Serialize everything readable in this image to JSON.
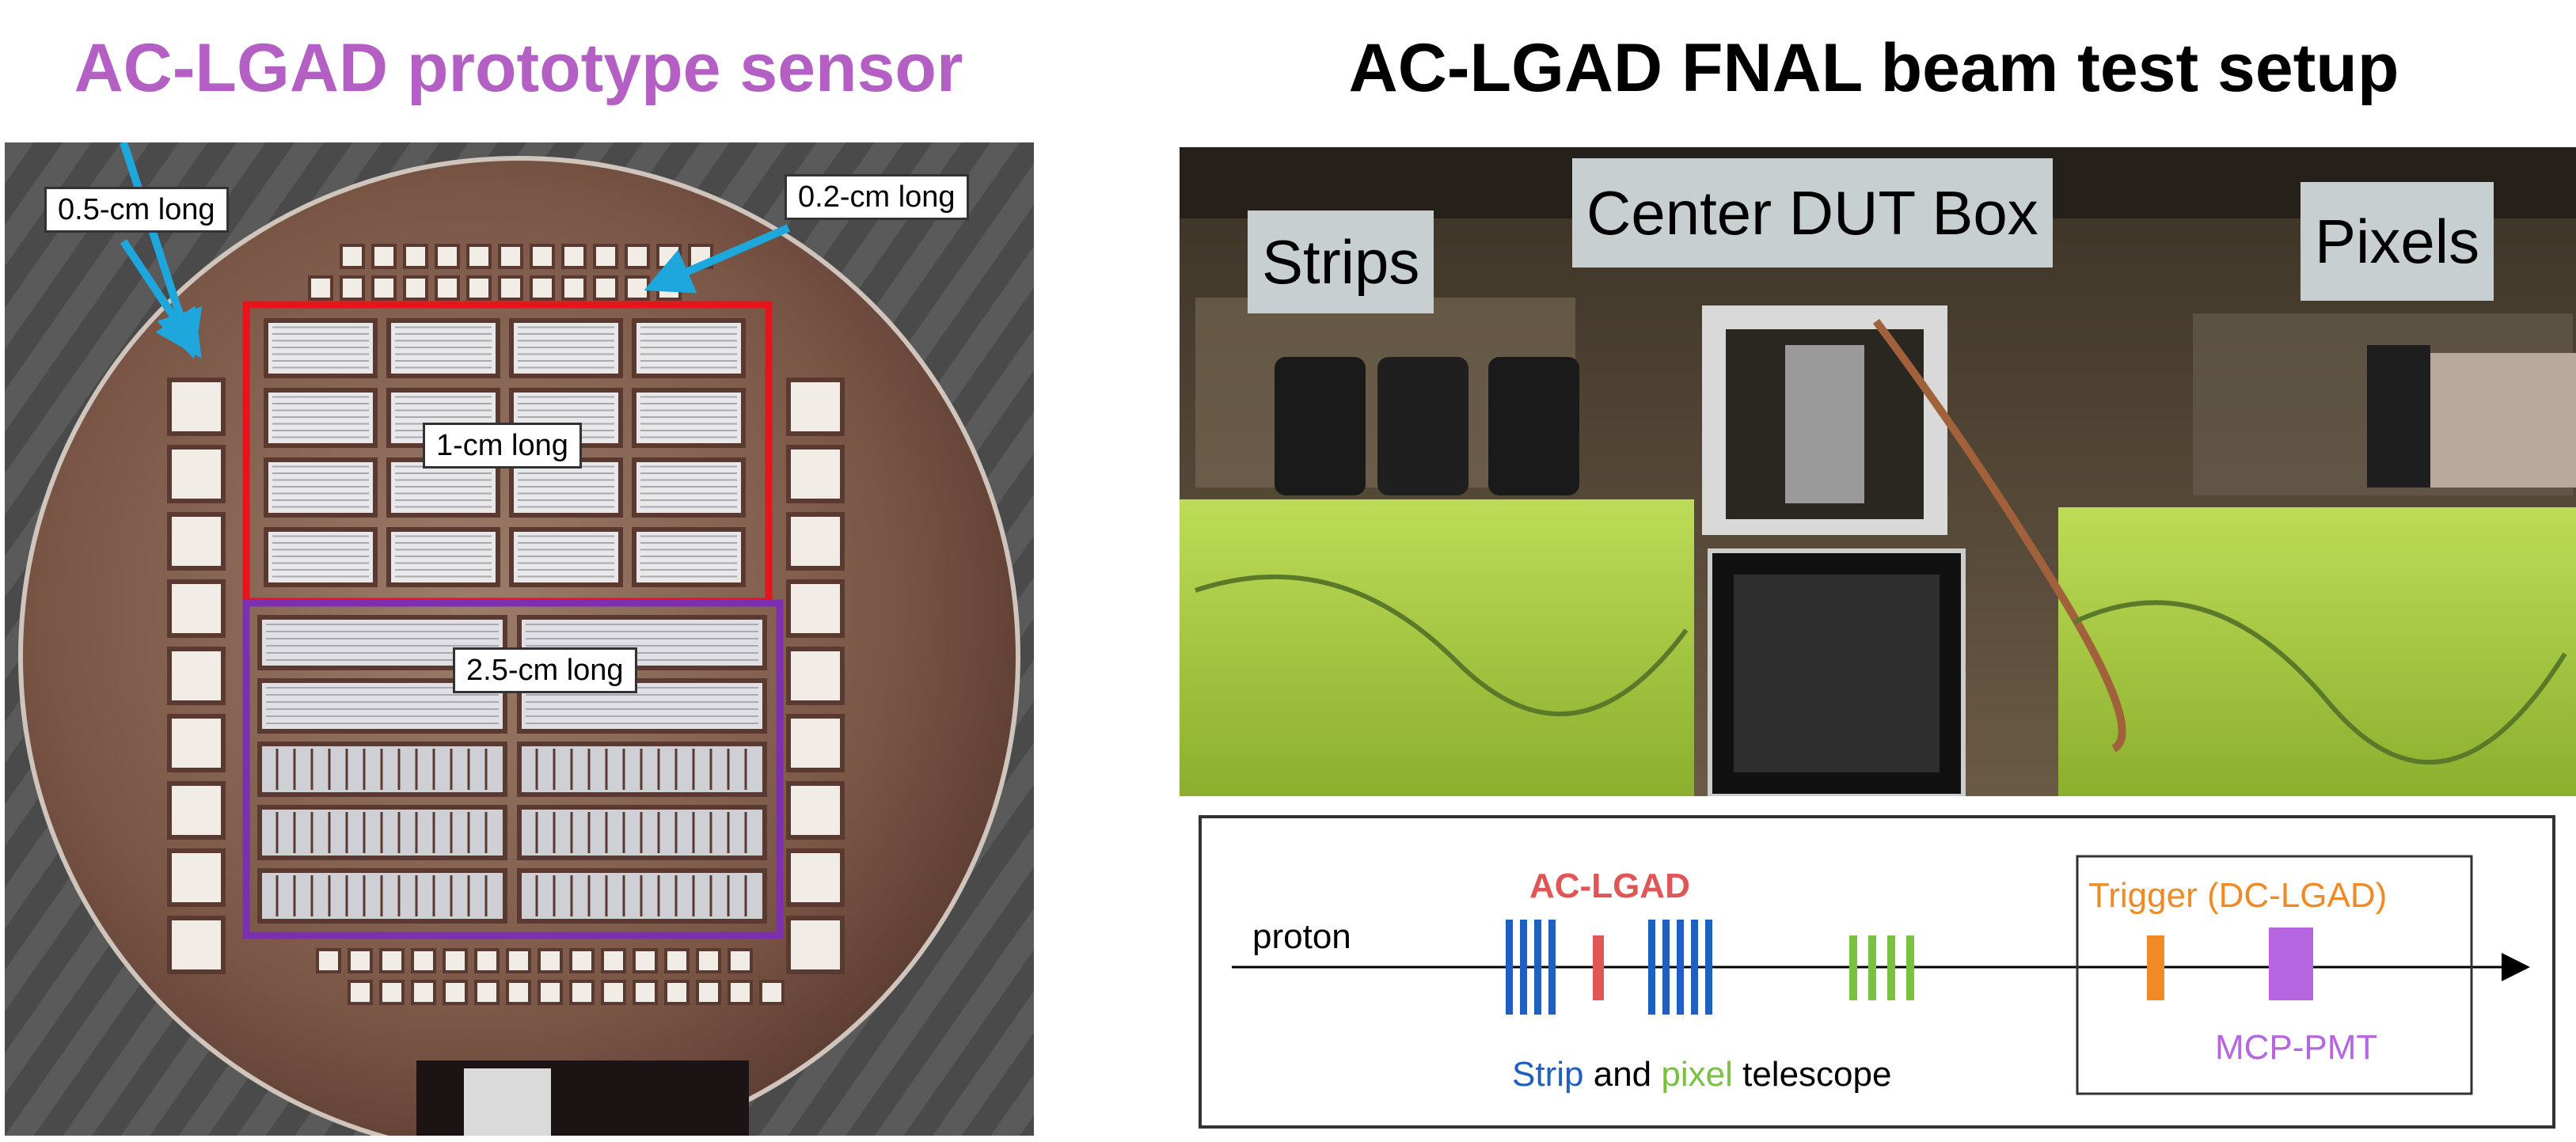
{
  "titles": {
    "left": "AC-LGAD prototype sensor",
    "right": "AC-LGAD FNAL beam test setup"
  },
  "wafer": {
    "labels": {
      "half_cm": "0.5-cm long",
      "point_two_cm": "0.2-cm long",
      "one_cm": "1-cm long",
      "two_half_cm": "2.5-cm long"
    },
    "colors": {
      "arrow": "#1ea7dc",
      "one_cm_region": "#e8141c",
      "two_half_cm_region": "#7d2fb0",
      "wafer_surface": "#8a6a58",
      "background_fabric": "#4a4a4a"
    }
  },
  "beam_photo": {
    "labels": {
      "strips": "Strips",
      "center": "Center DUT Box",
      "pixels": "Pixels"
    },
    "colors": {
      "label_bg": "#c8cfd1",
      "green_plastic": "#b6e14a"
    }
  },
  "schematic": {
    "proton_label": "proton",
    "aclgad_label": "AC-LGAD",
    "trigger_label": "Trigger (DC-LGAD)",
    "mcp_label": "MCP-PMT",
    "telescope": {
      "strip_word": "Strip",
      "and_word": "and",
      "pixel_word": "pixel",
      "telescope_word": "telescope"
    },
    "colors": {
      "strip": "#1f5fbf",
      "aclgad": "#e05555",
      "pixel": "#7ac142",
      "trigger": "#f08a24",
      "mcp": "#b566e0"
    }
  }
}
